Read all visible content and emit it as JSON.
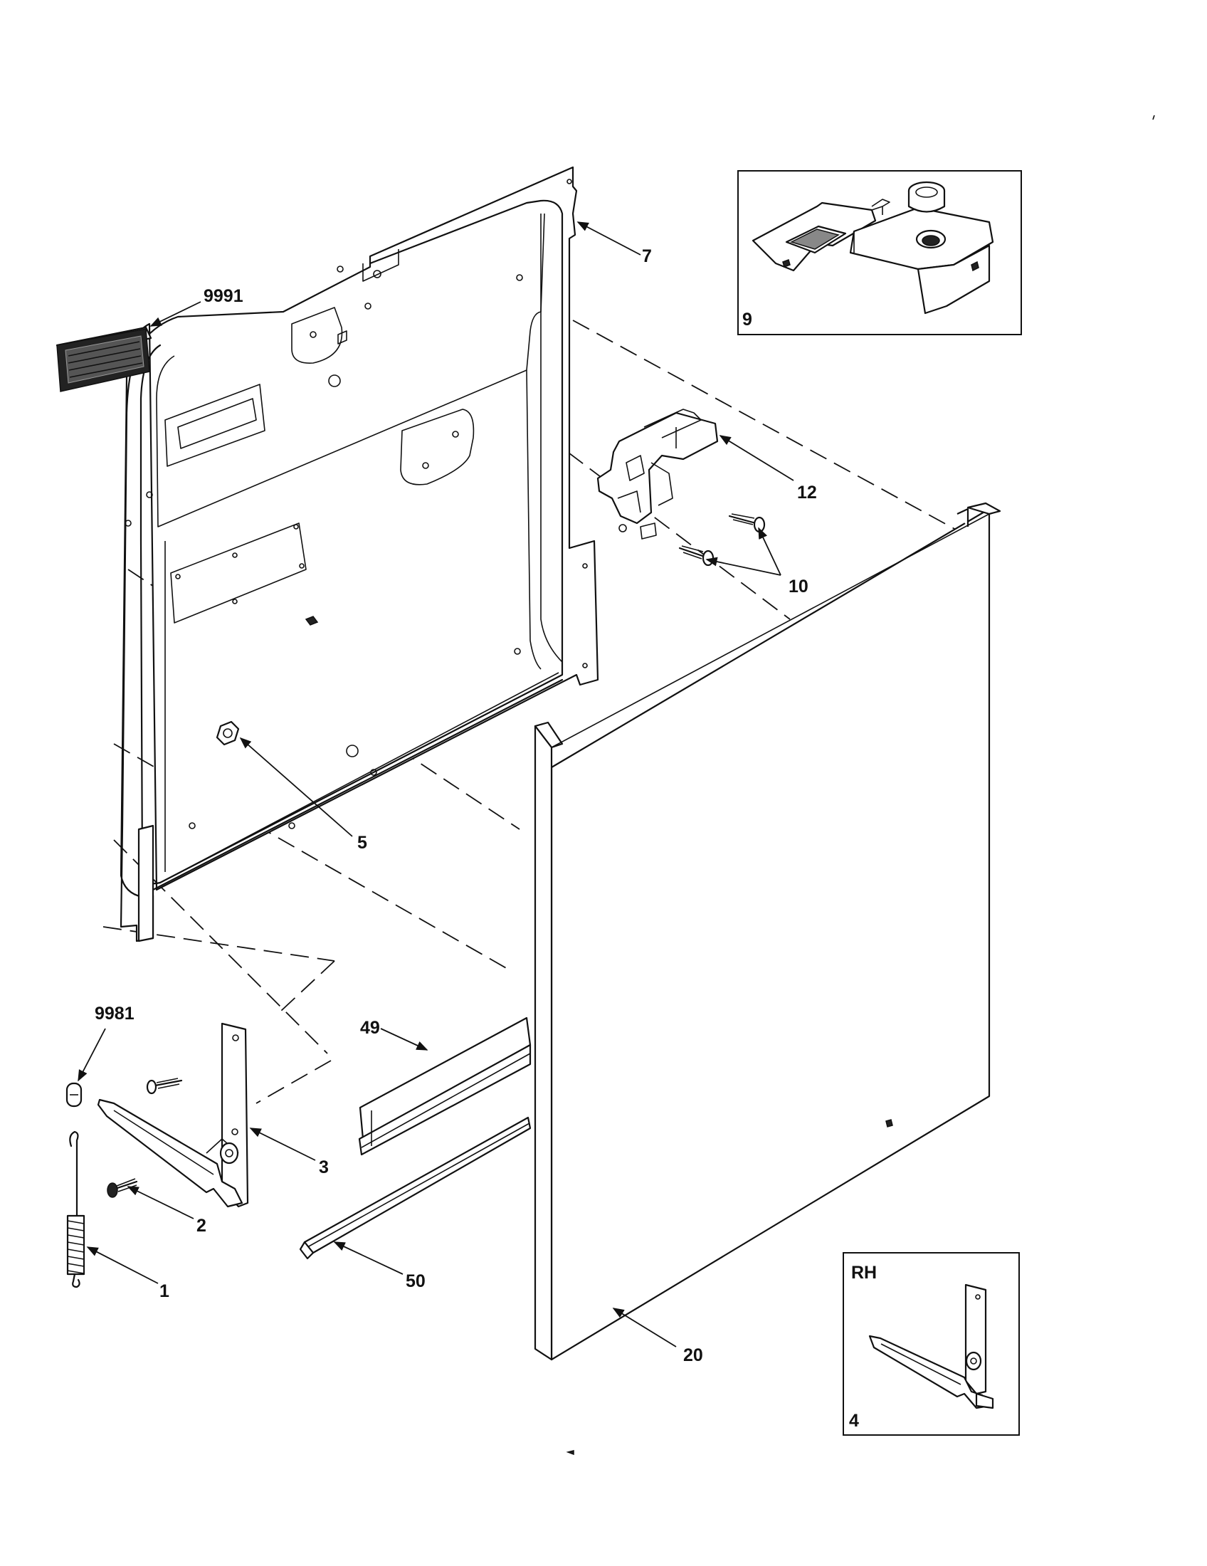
{
  "labels": {
    "l7": "7",
    "l9991": "9991",
    "l9": "9",
    "l12": "12",
    "l10": "10",
    "l5": "5",
    "l9981": "9981",
    "l49": "49",
    "l3": "3",
    "l2": "2",
    "l1": "1",
    "l50": "50",
    "l20": "20",
    "lRH": "RH",
    "l4": "4"
  }
}
